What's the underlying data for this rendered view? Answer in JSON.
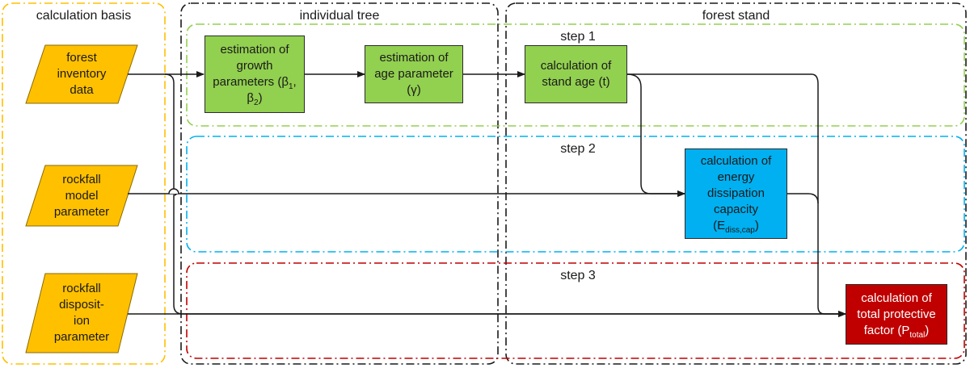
{
  "panels": {
    "basis": "calculation basis",
    "tree": "individual tree",
    "stand": "forest stand"
  },
  "steps": {
    "s1": "step 1",
    "s2": "step 2",
    "s3": "step 3"
  },
  "inputs": {
    "forest_inventory": [
      "forest",
      "inventory",
      "data"
    ],
    "rockfall_model": [
      "rockfall",
      "model",
      "parameter"
    ],
    "rockfall_disposition": [
      "rockfall",
      "disposit-",
      "ion",
      "parameter"
    ]
  },
  "nodes": {
    "growth": {
      "line1": "estimation of",
      "line2": "growth",
      "line3_text": "parameters (β",
      "line3_sub": "1",
      "line3_tail": ",",
      "line4_text": "β",
      "line4_sub": "2",
      "line4_tail": ")"
    },
    "age_param": {
      "line1": "estimation of",
      "line2": "age parameter",
      "line3": "(γ)"
    },
    "stand_age": {
      "line1": "calculation of",
      "line2": "stand age (t)"
    },
    "energy": {
      "line1": "calculation of",
      "line2": "energy",
      "line3": "dissipation",
      "line4": "capacity",
      "line5_text": "(E",
      "line5_sub": "diss,cap",
      "line5_tail": ")"
    },
    "protective": {
      "line1": "calculation of",
      "line2": "total protective",
      "line3_text": "factor (P",
      "line3_sub": "total",
      "line3_tail": ")"
    }
  },
  "colors": {
    "input_fill": "#ffc000",
    "basis_border": "#ffc000",
    "step1_border": "#92d050",
    "step2_border": "#00b0f0",
    "step3_border": "#c00000",
    "column_border": "#1a1a1a",
    "green_box": "#92d050",
    "blue_box": "#00b0f0",
    "red_box": "#c00000"
  }
}
